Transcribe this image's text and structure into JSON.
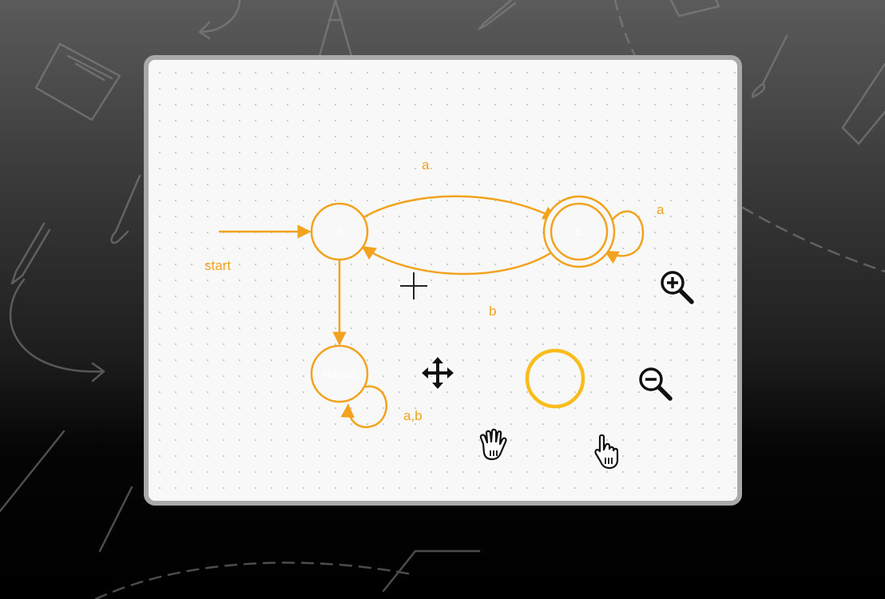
{
  "diagram": {
    "states": [
      {
        "id": "A",
        "label": "A",
        "accepting": false
      },
      {
        "id": "B",
        "label": "B",
        "accepting": true
      },
      {
        "id": "R",
        "label": "Reject",
        "accepting": false
      }
    ],
    "start_label": "start",
    "transitions": [
      {
        "from": "A",
        "to": "B",
        "label": "a"
      },
      {
        "from": "B",
        "to": "A",
        "label": "b"
      },
      {
        "from": "B",
        "to": "B",
        "label": "a"
      },
      {
        "from": "A",
        "to": "R",
        "label": ""
      },
      {
        "from": "R",
        "to": "R",
        "label": "a,b"
      }
    ],
    "color": "#f2a21d",
    "tool_circle_color": "#f8bd1c"
  },
  "cursors": [
    "crosshair-cursor",
    "move-cursor",
    "zoom-in-cursor",
    "zoom-out-cursor",
    "grab-hand-cursor",
    "pointer-hand-cursor"
  ]
}
